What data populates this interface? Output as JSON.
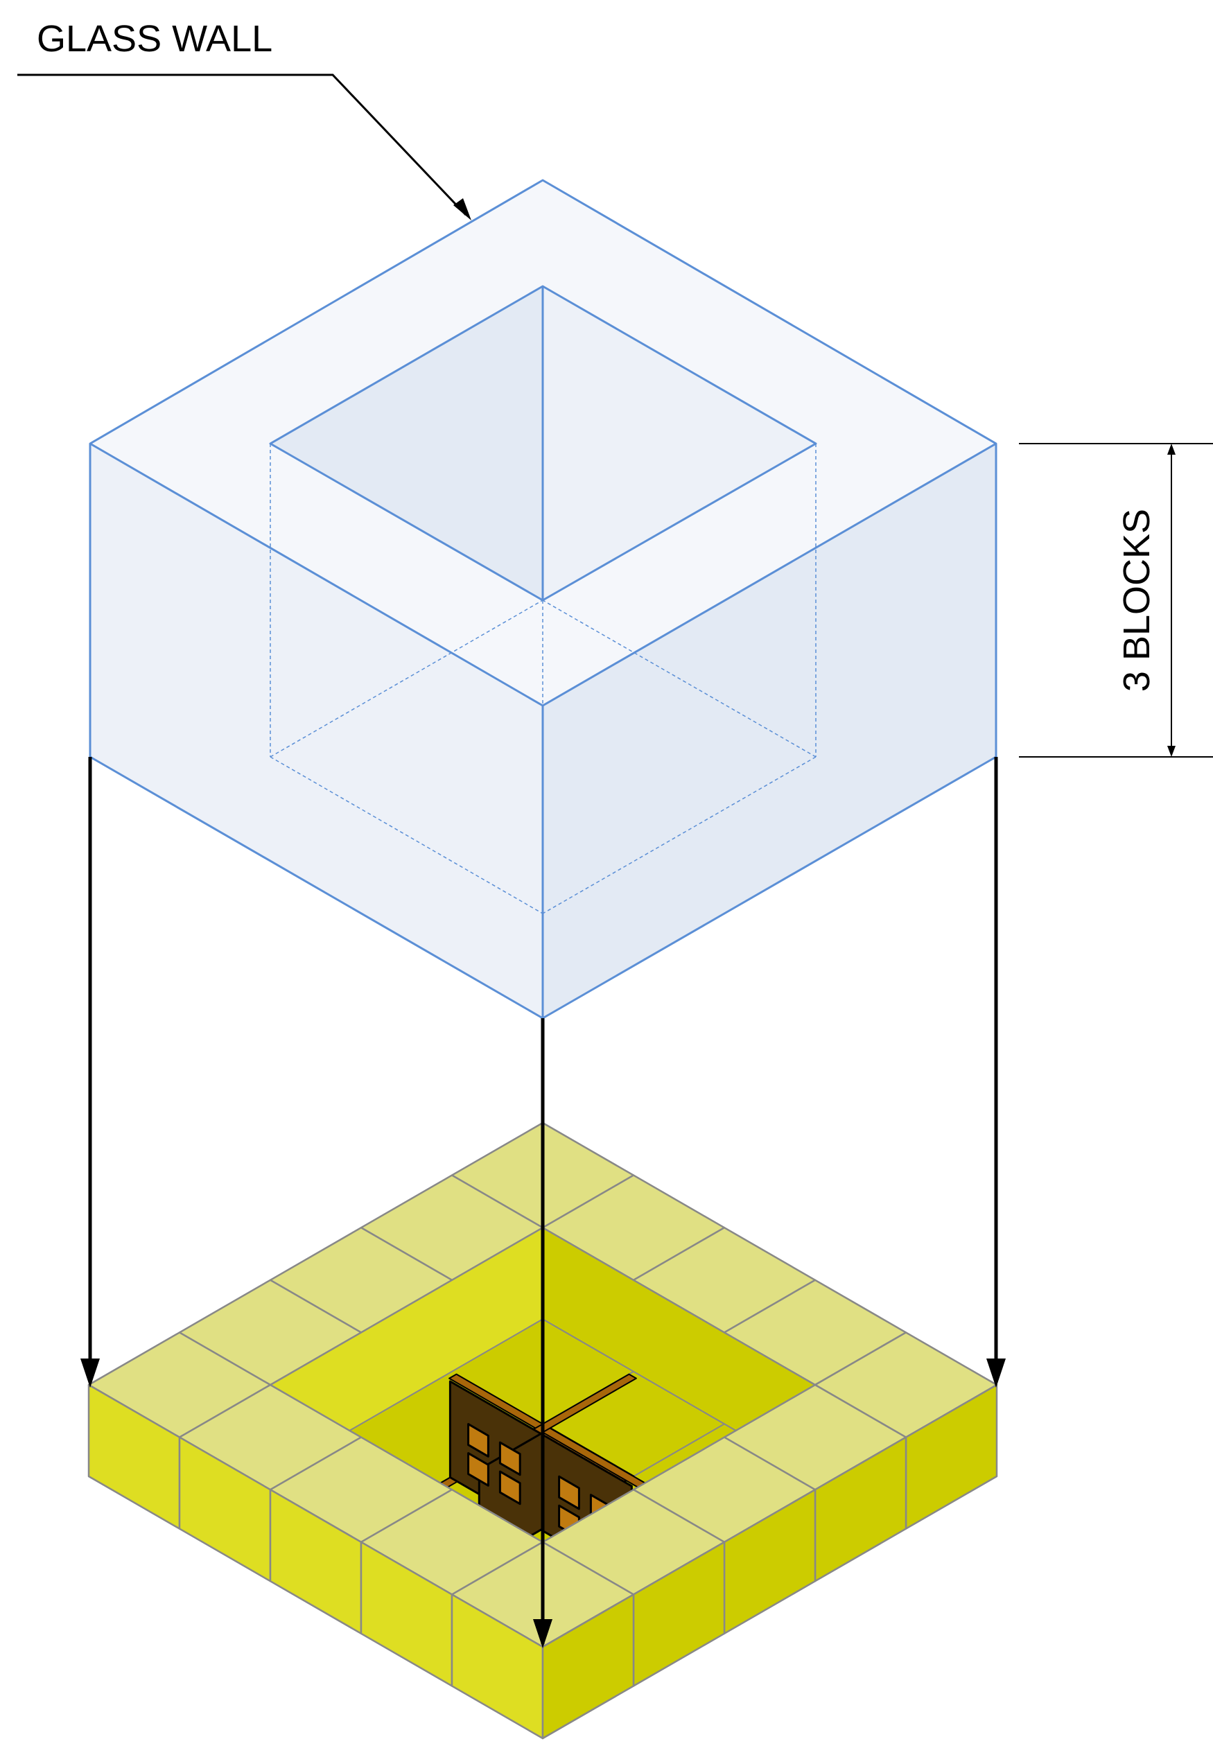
{
  "labels": {
    "glass_wall": "GLASS WALL",
    "height_dimension": "3 BLOCKS"
  },
  "colors": {
    "glass_fill_top": "#f5f7fb",
    "glass_fill_left": "#edf1f8",
    "glass_fill_right": "#e3eaf4",
    "glass_stroke": "#5b8fd6",
    "block_top": "#e0e083",
    "block_left": "#dede22",
    "block_right": "#cccc00",
    "block_stroke": "#888888",
    "wood_floor": "#a8660a",
    "wall_dark": "#4a3208",
    "window": "#c07b10",
    "arrow": "#000000"
  },
  "diagram": {
    "glass_cube_size_blocks": 3,
    "floor_grid_size": 5,
    "central_pit_size": 3
  }
}
